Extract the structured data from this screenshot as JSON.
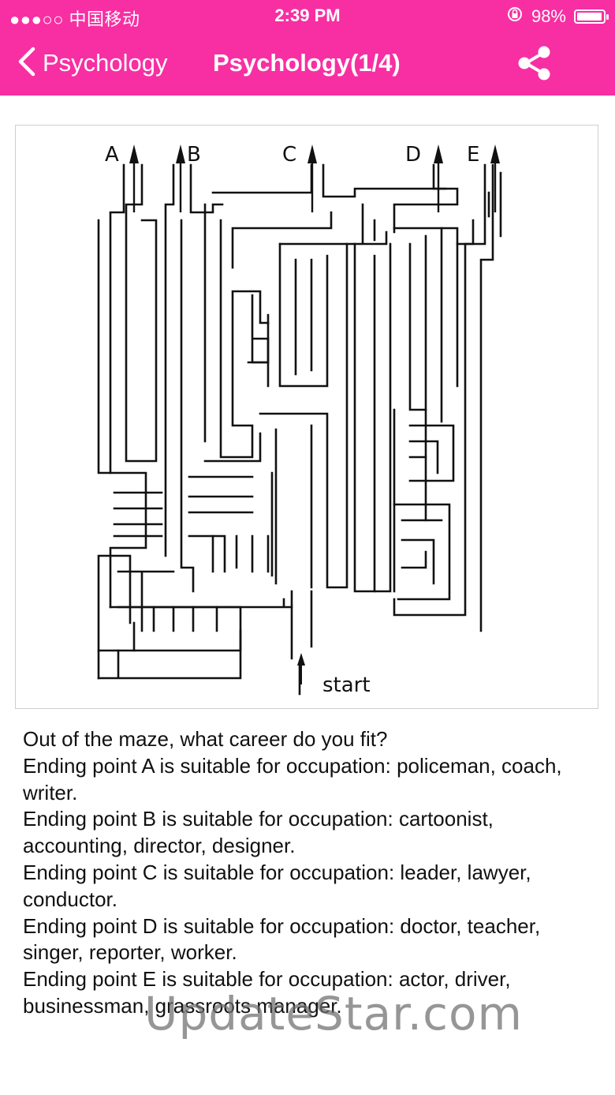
{
  "status_bar": {
    "carrier": "●●●○○ 中国移动",
    "time": "2:39 PM",
    "battery_percent": "98%",
    "battery_level": 0.98
  },
  "nav": {
    "back_label": "Psychology",
    "title": "Psychology(1/4)"
  },
  "maze": {
    "endpoint_labels": [
      "A",
      "B",
      "C",
      "D",
      "E"
    ],
    "start_label": "start"
  },
  "description": {
    "lines": [
      "Out of the maze, what career do you fit?",
      "Ending point A is suitable for occupation: policeman, coach, writer.",
      "Ending point B is suitable for occupation: cartoonist, accounting, director, designer.",
      "Ending point C is suitable for occupation: leader, lawyer, conductor.",
      "Ending point D is suitable for occupation: doctor, teacher, singer, reporter, worker.",
      "Ending point E is suitable for occupation: actor, driver, businessman, grassroots manager."
    ]
  },
  "watermark": "UpdateStar.com",
  "colors": {
    "accent": "#f72fa3",
    "text": "#111111"
  }
}
